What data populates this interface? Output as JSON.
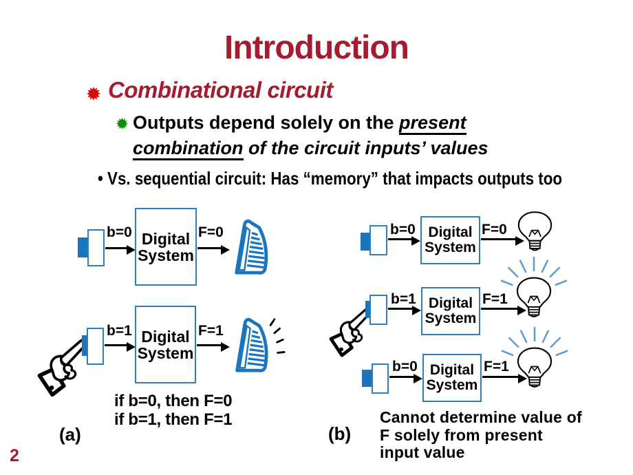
{
  "slide": {
    "page_number": "2",
    "title": "Introduction",
    "bullets": {
      "level1": "Combinational circuit",
      "level2_line1_text": "Outputs depend solely on the ",
      "level2_line1_underlined": "present",
      "level2_line2_underlined": "combination",
      "level2_line2_text": " of the circuit inputs’ values",
      "level3_marker": "•",
      "level3_text": " Vs. sequential circuit: Has “memory” that impacts outputs too"
    }
  },
  "diagram_a": {
    "label": "(a)",
    "caption": [
      "if b=0, then F=0",
      "if b=1, then F=1"
    ],
    "units": [
      {
        "input": "b=0",
        "output": "F=0",
        "box_line1": "Digital",
        "box_line2": "System",
        "device": "metronome",
        "ringing": false,
        "hand": false
      },
      {
        "input": "b=1",
        "output": "F=1",
        "box_line1": "Digital",
        "box_line2": "System",
        "device": "metronome",
        "ringing": true,
        "hand": true
      }
    ]
  },
  "diagram_b": {
    "label": "(b)",
    "caption": [
      "Cannot determine value of",
      "F solely from present",
      "input value"
    ],
    "units": [
      {
        "input": "b=0",
        "output": "F=0",
        "box_line1": "Digital",
        "box_line2": "System",
        "device": "lightbulb",
        "lit": false,
        "hand": false
      },
      {
        "input": "b=1",
        "output": "F=1",
        "box_line1": "Digital",
        "box_line2": "System",
        "device": "lightbulb",
        "lit": true,
        "hand": true
      },
      {
        "input": "b=0",
        "output": "F=1",
        "box_line1": "Digital",
        "box_line2": "System",
        "device": "lightbulb",
        "lit": true,
        "hand": false
      }
    ]
  },
  "colors": {
    "title_red": "#a51c30",
    "bullet1_star_red": "#dd0806",
    "bullet2_star_green": "#089000",
    "diagram_blue": "#1b75bc",
    "box_border_blue": "#2e7fbe",
    "ray_blue": "#5b9bd5",
    "text_black": "#000000"
  }
}
